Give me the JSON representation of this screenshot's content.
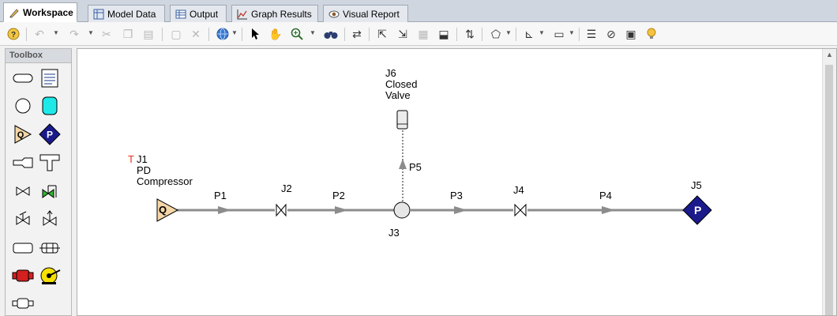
{
  "tabs": [
    {
      "label": "Workspace",
      "active": true,
      "icon": "workspace-pencil-icon"
    },
    {
      "label": "Model Data",
      "active": false,
      "icon": "model-data-icon"
    },
    {
      "label": "Output",
      "active": false,
      "icon": "output-table-icon"
    },
    {
      "label": "Graph Results",
      "active": false,
      "icon": "graph-icon"
    },
    {
      "label": "Visual Report",
      "active": false,
      "icon": "eye-icon"
    }
  ],
  "toolbox": {
    "title": "Toolbox"
  },
  "canvas": {
    "junctions": {
      "J1": {
        "name": "J1",
        "desc1": "PD",
        "desc2": "Compressor",
        "flag": "T",
        "symbol": "Q"
      },
      "J2": {
        "name": "J2"
      },
      "J3": {
        "name": "J3"
      },
      "J4": {
        "name": "J4"
      },
      "J5": {
        "name": "J5",
        "symbol": "P"
      },
      "J6": {
        "name": "J6",
        "desc1": "Closed",
        "desc2": "Valve"
      }
    },
    "pipes": [
      "P1",
      "P2",
      "P3",
      "P4",
      "P5"
    ]
  },
  "colors": {
    "accent": "#1a1a8c",
    "pipe": "#8c8c8c",
    "compressor": "#f5d7a8",
    "red_flag": "#e3341a"
  }
}
